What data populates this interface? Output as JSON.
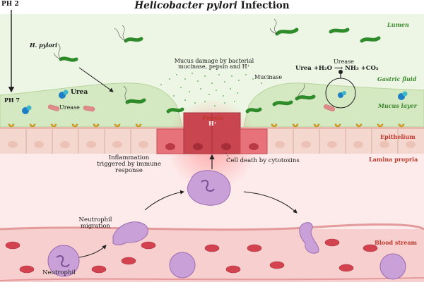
{
  "title": {
    "organism": "Helicobacter pylori",
    "rest": "Infection"
  },
  "labels": {
    "ph_top": "PH 2",
    "ph_bottom": "PH 7",
    "h_pylori": "H. pylori",
    "urea": "Urea",
    "urease_left": "Urease",
    "mucus_damage_line1": "Mucus damage by bacterial",
    "mucus_damage_line2": "mucinase, pepsin and H⁺",
    "mucinase": "Mucinase",
    "urease_top": "Urease",
    "equation": "Urea +H₂O ⟶ NH₃ +CO₂",
    "pepsin": "Pepsin",
    "h_plus": "H⁺",
    "inflammation_line1": "Inflammation",
    "inflammation_line2": "triggered by immune",
    "inflammation_line3": "response",
    "cell_death": "Cell death by cytotoxins",
    "neutrophil_migration_line1": "Neutrophil",
    "neutrophil_migration_line2": "migration",
    "neutrophil": "Neutrophil"
  },
  "layers": {
    "lumen": "Lumen",
    "gastric_fluid": "Gastric fluid",
    "mucus_layer": "Mucus layer",
    "epithelium": "Epithelium",
    "lamina_propria": "Lamina propria",
    "blood_stream": "Blood stream"
  },
  "colors": {
    "lumen_bg": "#e8f3dc",
    "mucus": "#d2e7bf",
    "epithelium": "#f3d3cb",
    "inflamed_cell": "#e0545f",
    "lamina_propria": "#fce6e6",
    "blood_stream": "#f6c6c6",
    "bacterium": "#2e8b2a",
    "neutrophil": "#c89bd6",
    "layer_label_green": "#3c8a2f",
    "layer_label_red": "#c0392b"
  }
}
